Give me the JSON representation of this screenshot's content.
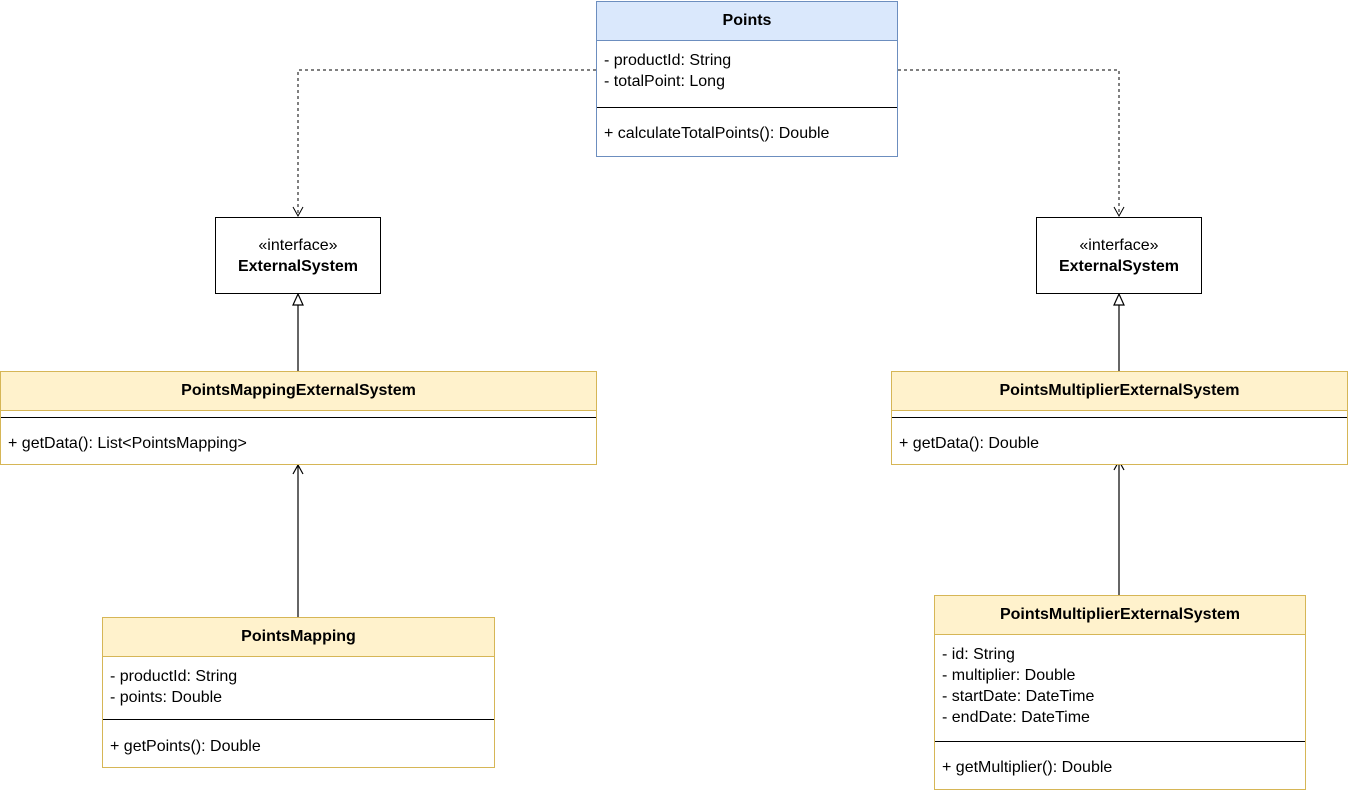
{
  "points": {
    "name": "Points",
    "attributes": [
      "- productId: String",
      "- totalPoint: Long"
    ],
    "operations": [
      "+ calculateTotalPoints(): Double"
    ]
  },
  "interface_left": {
    "stereotype": "«interface»",
    "name": "ExternalSystem"
  },
  "interface_right": {
    "stereotype": "«interface»",
    "name": "ExternalSystem"
  },
  "points_mapping_external_system": {
    "name": "PointsMappingExternalSystem",
    "operations": [
      "+ getData(): List<PointsMapping>"
    ]
  },
  "points_multiplier_external_system": {
    "name": "PointsMultiplierExternalSystem",
    "operations": [
      "+ getData(): Double"
    ]
  },
  "points_mapping": {
    "name": "PointsMapping",
    "attributes": [
      "- productId: String",
      "- points: Double"
    ],
    "operations": [
      "+ getPoints(): Double"
    ]
  },
  "points_multiplier": {
    "name": "PointsMultiplierExternalSystem",
    "attributes": [
      "- id: String",
      "- multiplier: Double",
      "- startDate: DateTime",
      "- endDate: DateTime"
    ],
    "operations": [
      "+ getMultiplier(): Double"
    ]
  },
  "colors": {
    "class_fill": "#fff2cc",
    "class_border": "#d6b656",
    "highlight_fill": "#dae8fc",
    "highlight_border": "#6c8ebf"
  }
}
